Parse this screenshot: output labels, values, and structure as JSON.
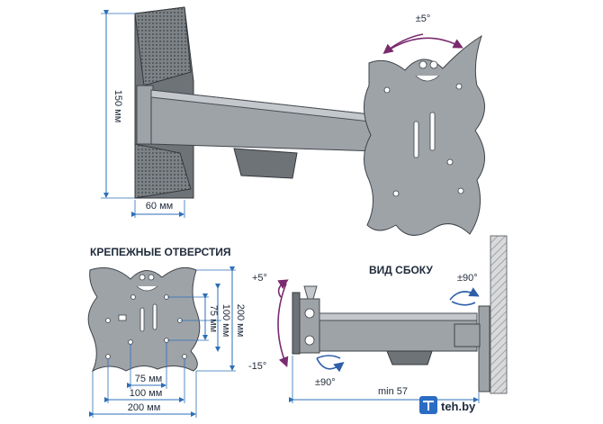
{
  "labels": {
    "height_dim": "150 мм",
    "depth_dim": "60 мм",
    "tilt_top": "±5°",
    "section_holes": "КРЕПЕЖНЫЕ ОТВЕРСТИЯ",
    "section_side": "ВИД СБОКУ",
    "hole_v_small": "75 мм",
    "hole_v_mid": "100 мм",
    "hole_v_big": "200 мм",
    "hole_h_small": "75 мм",
    "hole_h_mid": "100 мм",
    "hole_h_big": "200 мм",
    "tilt_up": "+5°",
    "tilt_down": "-15°",
    "swivel_left": "±90°",
    "swivel_right": "±90°",
    "min_depth": "min 57",
    "watermark": "teh.by"
  },
  "colors": {
    "dimension_line": "#2d6fb7",
    "tilt_arrow": "#7a2a6e",
    "swivel_arrow": "#2d5fa8",
    "metal": "#9ea3a8",
    "watermark_text": "#1f2a3a"
  }
}
